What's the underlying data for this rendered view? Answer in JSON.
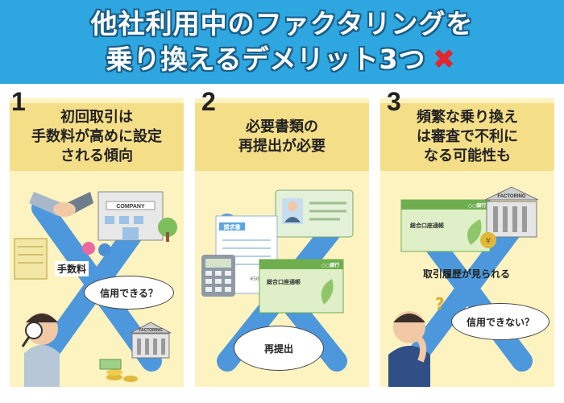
{
  "banner": {
    "line1": "他社利用中のファクタリングを",
    "line2": "乗り換えるデメリット3つ"
  },
  "icons": {
    "banner_mark": "cross-mark-icon"
  },
  "colors": {
    "banner": "#2ea7e0",
    "panel": "#fdf3c0",
    "panel_title": "#f5de88",
    "cross": "#e2262d"
  },
  "panels": [
    {
      "number": "1",
      "title_lines": [
        "初回取引は",
        "手数料が高めに設定",
        "される傾向"
      ],
      "labels": {
        "fee": "手数料",
        "bubble": "信用できる？",
        "company_sign": "COMPANY",
        "factoring_sign": "FACTORING"
      }
    },
    {
      "number": "2",
      "title_lines": [
        "必要書類の",
        "再提出が必要"
      ],
      "labels": {
        "invoice": "請求書",
        "bankbook_bank": "○○銀行",
        "bankbook_name": "総合口座通帳",
        "invoice_amount": "¥50",
        "bubble": "再提出"
      }
    },
    {
      "number": "3",
      "title_lines": [
        "頻繁な乗り換え",
        "は審査で不利に",
        "なる可能性も"
      ],
      "labels": {
        "bankbook_bank": "○○銀行",
        "bankbook_name": "総合口座通帳",
        "factoring_sign": "FACTORING",
        "history": "取引履歴が見られる",
        "bubble": "信用できない？"
      }
    }
  ]
}
